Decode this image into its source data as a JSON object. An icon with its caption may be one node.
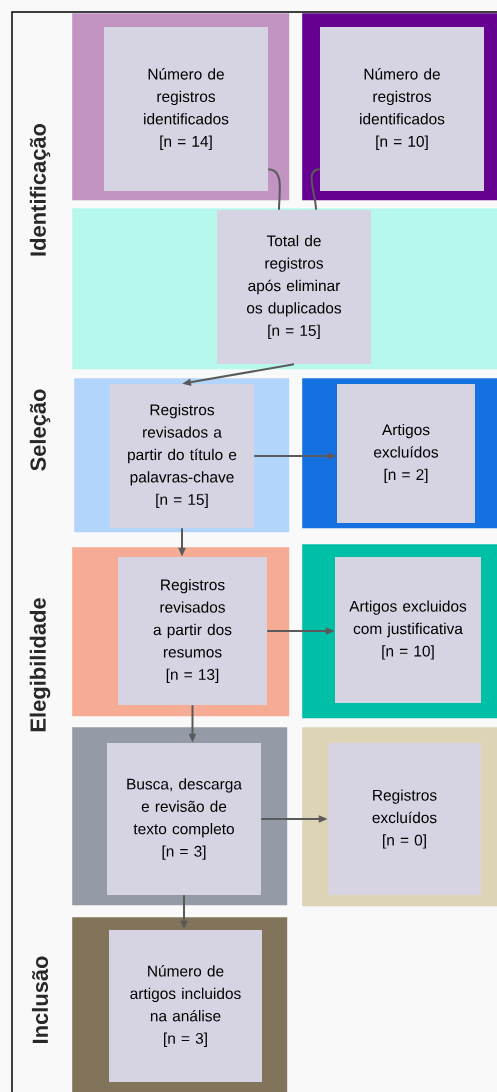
{
  "diagram": {
    "nodes": [
      {
        "text": [],
        "shape": "box"
      },
      {
        "text": [
          "Número de registros identificados",
          "[n = 14]"
        ],
        "in": 0
      },
      {
        "text": [],
        "shape": "box"
      },
      {
        "text": [
          "Número de registros identificados",
          "[n = 10]"
        ],
        "in": 2
      },
      {
        "text": [],
        "shape": "box"
      },
      {
        "text": [
          "Total de registros após eliminar os duplicados",
          "[n = 15]"
        ],
        "in": 4
      },
      {
        "text": [],
        "shape": "box"
      },
      {
        "text": [
          "Registros revisados a partir do título e palavras-chave",
          "[n = 15]"
        ],
        "in": 6
      },
      {
        "text": [],
        "shape": "box"
      },
      {
        "text": [
          "Artigos excluídos",
          "[n = 2]"
        ],
        "in": 8
      },
      {
        "text": [],
        "shape": "box"
      },
      {
        "text": [
          "Registros revisados a partir dos resumos",
          "[n = 13]"
        ],
        "in": 10
      },
      {
        "text": [],
        "shape": "box"
      },
      {
        "text": [
          "Artigos excluidos com justificativa",
          "[n = 10]"
        ],
        "in": 12
      },
      {
        "text": [],
        "shape": "box"
      },
      {
        "text": [
          "Busca, descarga e revisão de texto completo",
          "[n = 3]"
        ],
        "in": 14
      },
      {
        "text": [],
        "shape": "box"
      },
      {
        "text": [
          "Registros excluídos",
          "[n = 0]"
        ],
        "in": 16
      },
      {
        "text": [],
        "shape": "box"
      },
      {
        "text": [
          "Número de artigos incluidos na análise",
          "[n = 3]"
        ],
        "in": 18
      }
    ],
    "edges": [
      {
        "from": 1,
        "to": 5,
        "arrow": "none"
      },
      {
        "from": 3,
        "to": 5,
        "arrow": "none"
      },
      {
        "from": 5,
        "to": 7,
        "arrow": "to"
      },
      {
        "from": 7,
        "to": 9,
        "arrow": "to"
      },
      {
        "from": 7,
        "to": 11,
        "arrow": "to"
      },
      {
        "from": 11,
        "to": 13,
        "arrow": "to"
      },
      {
        "from": 11,
        "to": 15,
        "arrow": "to"
      },
      {
        "from": 15,
        "to": 17,
        "arrow": "to"
      },
      {
        "from": 15,
        "to": 19,
        "arrow": "to"
      }
    ],
    "labels": [
      "Identificação",
      "Seleção",
      "Elegibilidade",
      "Inclusão"
    ]
  }
}
